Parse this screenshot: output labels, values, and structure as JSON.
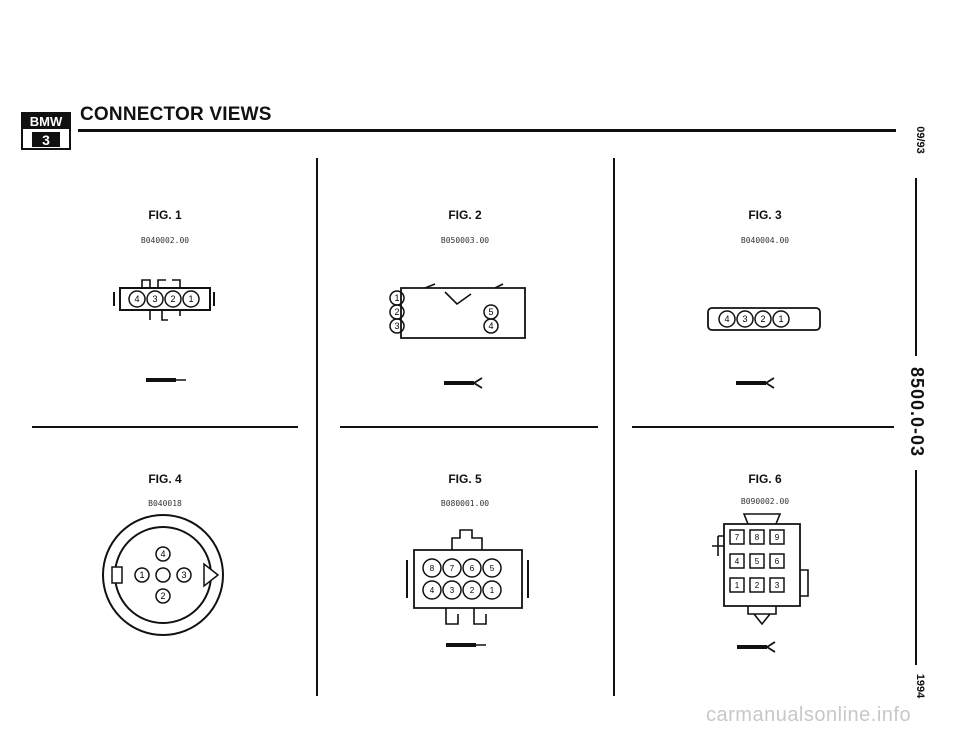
{
  "logo": {
    "brand": "BMW",
    "series": "3"
  },
  "header": {
    "title": "CONNECTOR VIEWS"
  },
  "side": {
    "date": "09/93",
    "code": "8500.0-03",
    "year": "1994"
  },
  "figures": [
    {
      "label": "FIG. 1",
      "code": "B040002.00",
      "pins": [
        "4",
        "3",
        "2",
        "1"
      ]
    },
    {
      "label": "FIG. 2",
      "code": "B050003.00",
      "pins_left": [
        "1",
        "2",
        "3"
      ],
      "pins_right": [
        "5",
        "4"
      ]
    },
    {
      "label": "FIG. 3",
      "code": "B040004.00",
      "pins": [
        "4",
        "3",
        "2",
        "1"
      ]
    },
    {
      "label": "FIG. 4",
      "code": "B040018",
      "pins": [
        "4",
        "1",
        "3",
        "2"
      ]
    },
    {
      "label": "FIG. 5",
      "code": "B080001.00",
      "pins_top": [
        "8",
        "7",
        "6",
        "5"
      ],
      "pins_bottom": [
        "4",
        "3",
        "2",
        "1"
      ]
    },
    {
      "label": "FIG. 6",
      "code": "B090002.00",
      "pins": [
        "7",
        "8",
        "9",
        "4",
        "5",
        "6",
        "1",
        "2",
        "3"
      ]
    }
  ],
  "footer": {
    "watermark": "carmanualsonline.info"
  }
}
